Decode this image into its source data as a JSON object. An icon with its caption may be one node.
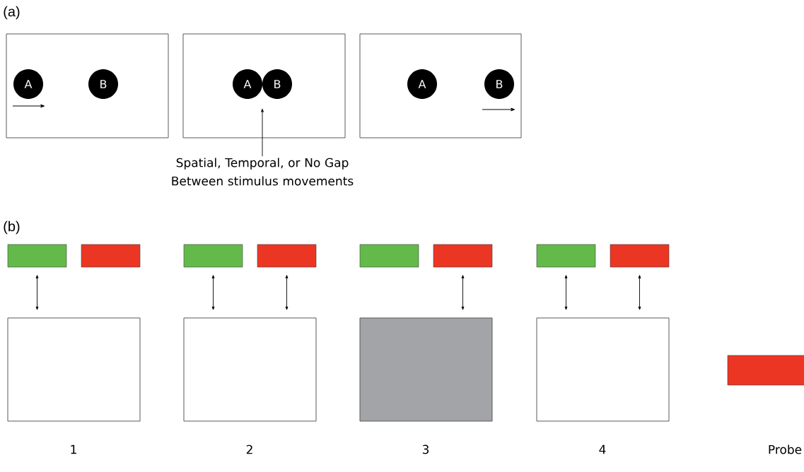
{
  "diagram": {
    "nodes": [
      {
        "text": [],
        "shape": "box"
      },
      {
        "text": [
          "A"
        ],
        "in": 0
      },
      {
        "text": [
          "B"
        ],
        "in": 0
      },
      {
        "text": [],
        "shape": "box"
      },
      {
        "text": [
          "A"
        ],
        "in": 3
      },
      {
        "text": [
          "B"
        ],
        "in": 3
      },
      {
        "text": [],
        "shape": "box"
      },
      {
        "text": [
          "A"
        ],
        "in": 6
      },
      {
        "text": [
          "B"
        ],
        "in": 6
      },
      {
        "text": [
          "Spatial, Temporal, or No Gap Between stimulus movements"
        ]
      },
      {
        "text": [],
        "shape": "bar"
      },
      {
        "text": [],
        "shape": "bar"
      },
      {
        "text": [],
        "shape": "bar"
      },
      {
        "text": [],
        "shape": "bar"
      },
      {
        "text": [],
        "shape": "bar"
      },
      {
        "text": [],
        "shape": "bar"
      },
      {
        "text": [],
        "shape": "bar"
      },
      {
        "text": [],
        "shape": "bar"
      },
      {
        "text": [],
        "shape": "box",
        "beside": [
          "1"
        ]
      },
      {
        "text": [],
        "shape": "box",
        "beside": [
          "2"
        ]
      },
      {
        "text": [],
        "shape": "box",
        "beside": [
          "3"
        ]
      },
      {
        "text": [],
        "shape": "box",
        "beside": [
          "4"
        ]
      },
      {
        "text": [],
        "shape": "bar"
      }
    ],
    "edges": [
      {
        "from": 9,
        "to": null,
        "arrow": "to"
      },
      {
        "from": 10,
        "to": 18,
        "arrow": "both"
      },
      {
        "from": 12,
        "to": 19,
        "arrow": "both"
      },
      {
        "from": 13,
        "to": 19,
        "arrow": "both"
      },
      {
        "from": 15,
        "to": 20,
        "arrow": "both"
      },
      {
        "from": 16,
        "to": 21,
        "arrow": "both"
      },
      {
        "from": 17,
        "to": 21,
        "arrow": "both"
      }
    ],
    "labels": [
      "(a)",
      "(b)",
      "Probe"
    ]
  }
}
